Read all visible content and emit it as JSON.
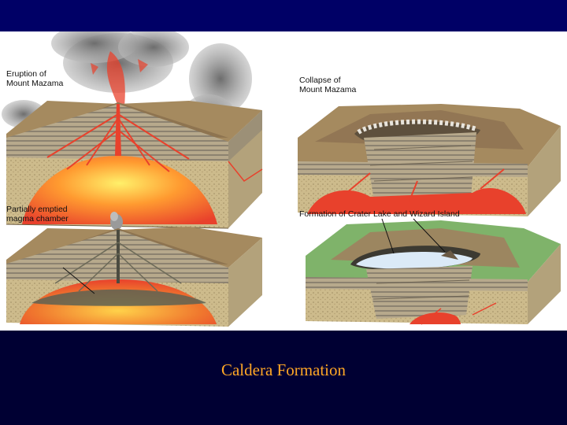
{
  "figure": {
    "panels": [
      {
        "label": "Eruption of\nMount Mazama"
      },
      {
        "label": "Collapse of\nMount Mazama"
      },
      {
        "label": "Partially emptied\nmagma chamber"
      },
      {
        "label": "Formation of Crater Lake and Wizard Island"
      }
    ]
  },
  "caption": "Caldera Formation",
  "colors": {
    "slide_background": "#000033",
    "caption_text": "#ffa726",
    "magma": "#e8412c",
    "lake": "#dbeaf7",
    "forest": "#7fb36a"
  }
}
